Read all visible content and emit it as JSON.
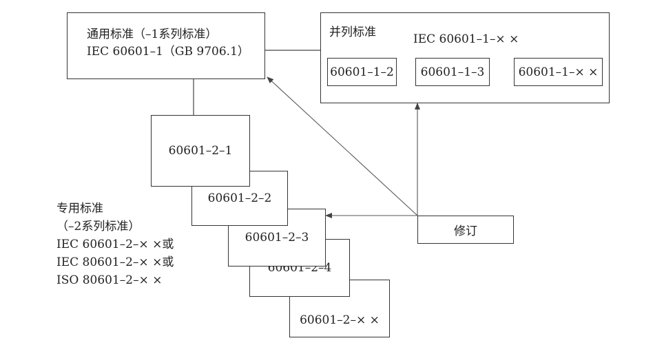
{
  "general_standard": {
    "line1": "通用标准（–1系列标准）",
    "line2": "IEC 60601–1（GB 9706.1）"
  },
  "collateral_standard": {
    "title": "并列标准",
    "code": "IEC 60601–1–× ×",
    "items": [
      "60601–1–2",
      "60601–1–3",
      "60601–1–× ×"
    ]
  },
  "particular_standard": {
    "lines": [
      "专用标准",
      "（–2系列标准）",
      "IEC 60601–2–× ×或",
      "IEC 80601–2–× ×或",
      "ISO 80601–2–× ×"
    ],
    "items": [
      "60601–2–1",
      "60601–2–2",
      "60601–2–3",
      "60601–2–4",
      "60601–2–× ×"
    ]
  },
  "revision": {
    "label": "修订"
  }
}
